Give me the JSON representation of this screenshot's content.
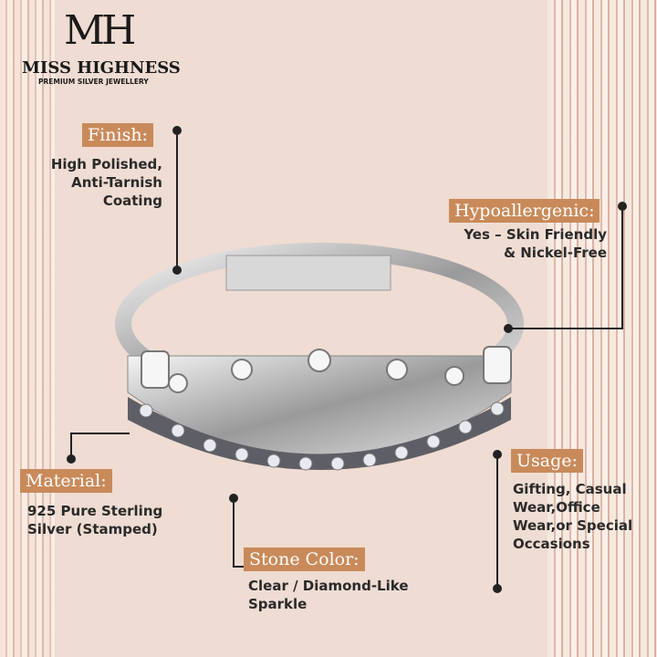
{
  "brand": {
    "monogram": "MH",
    "name": "MISS HIGHNESS",
    "tagline": "PREMIUM SILVER JEWELLERY"
  },
  "features": {
    "finish": {
      "title": "Finish:",
      "lines": [
        "High Polished,",
        "Anti-Tarnish",
        "Coating"
      ]
    },
    "hypoallergenic": {
      "title": "Hypoallergenic:",
      "lines": [
        "Yes – Skin Friendly",
        "& Nickel-Free"
      ]
    },
    "material": {
      "title": "Material:",
      "lines": [
        "925 Pure Sterling",
        "Silver (Stamped)"
      ]
    },
    "stone_color": {
      "title": "Stone Color:",
      "lines": [
        "Clear / Diamond-Like",
        "Sparkle"
      ]
    },
    "usage": {
      "title": "Usage:",
      "lines": [
        "Gifting, Casual",
        "Wear,Office",
        "Wear,or Special",
        "Occasions"
      ]
    }
  },
  "colors": {
    "label_bg": "#c98a5a",
    "background": "#efdcd2",
    "text": "#2a2a2a"
  }
}
